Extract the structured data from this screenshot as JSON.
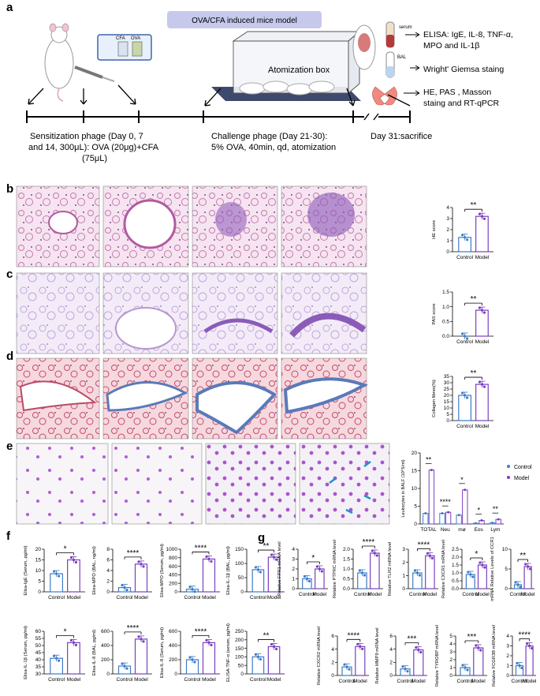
{
  "panel_labels": [
    "a",
    "b",
    "c",
    "d",
    "e",
    "f",
    "g"
  ],
  "schematic": {
    "model_banner": "OVA/CFA induced mice model",
    "box_label": "Atomization box",
    "vial_labels": [
      "CFA",
      "OVA"
    ],
    "tube_labels": [
      "serum",
      "BAL"
    ],
    "right_lines": [
      "ELISA: IgE, IL-8, TNF-α,",
      "MPO and IL-1β",
      "Wright' Giemsa staing",
      "HE, PAS , Masson",
      "staing and RT-qPCR"
    ],
    "sensitization_lines": [
      "Sensitization phage (Day 0, 7",
      "and 14, 300μL): OVA (20μg)+CFA",
      "(75μL)"
    ],
    "challenge_lines": [
      "Challenge phage (Day 21-30):",
      "5% OVA, 40min, qd, atomization"
    ],
    "sacrifice": "Day 31:sacrifice"
  },
  "colors": {
    "control": "#3d7cc9",
    "model": "#7a3fc0",
    "he_stain": "#d98fc0",
    "pas_stain": "#c7a9dd",
    "masson_stain": "#c94a6a",
    "wright_cells": "#b25cd6"
  },
  "groups": [
    "Control",
    "Model"
  ],
  "chart_data": [
    {
      "id": "b",
      "type": "bar",
      "ylabel": "HE score",
      "categories": [
        "Control",
        "Model"
      ],
      "values": [
        1.3,
        3.2
      ],
      "ylim": [
        0,
        4
      ],
      "yticks": [
        "0",
        "1",
        "2",
        "3",
        "4"
      ],
      "sig": "**"
    },
    {
      "id": "c",
      "type": "bar",
      "ylabel": "PAS score",
      "categories": [
        "Control",
        "Model"
      ],
      "values": [
        0.0,
        0.88
      ],
      "ylim": [
        0,
        1.5
      ],
      "yticks": [
        "0.0",
        "0.5",
        "1.0",
        "1.5"
      ],
      "sig": "**"
    },
    {
      "id": "d",
      "type": "bar",
      "ylabel": "Collagen fibres(%)",
      "categories": [
        "Control",
        "Model"
      ],
      "values": [
        20,
        28.7
      ],
      "ylim": [
        0,
        35
      ],
      "yticks": [
        "0",
        "5",
        "10",
        "15",
        "20",
        "25",
        "30",
        "35"
      ],
      "sig": "**"
    },
    {
      "id": "e",
      "type": "bar",
      "ylabel": "Leukocytes in BALF (10^5/ml)",
      "categories": [
        "TOTAL",
        "Neu",
        "mø",
        "Eos",
        "Lym"
      ],
      "series": [
        {
          "name": "Control",
          "values": [
            3.0,
            3.0,
            2.5,
            0.2,
            0.3
          ]
        },
        {
          "name": "Model",
          "values": [
            15.2,
            3.3,
            9.6,
            1.0,
            1.3
          ]
        }
      ],
      "ylim": [
        0,
        20
      ],
      "yticks": [
        "0",
        "5",
        "10",
        "15",
        "20"
      ],
      "sig": [
        "**",
        "****",
        "*",
        "*",
        "**"
      ],
      "legend": "top-right"
    },
    {
      "id": "f1",
      "type": "bar",
      "ylabel": "Elisa-IgE (Serum, pg/ml)",
      "categories": [
        "Control",
        "Model"
      ],
      "values": [
        8.5,
        15
      ],
      "ylim": [
        0,
        20
      ],
      "yticks": [
        "0",
        "5",
        "10",
        "15",
        "20"
      ],
      "sig": "*"
    },
    {
      "id": "f2",
      "type": "bar",
      "ylabel": "Elisa-MPO (BAL, ng/ml)",
      "categories": [
        "Control",
        "Model"
      ],
      "values": [
        0.8,
        5.2
      ],
      "ylim": [
        0,
        8
      ],
      "yticks": [
        "0",
        "2",
        "4",
        "6",
        "8"
      ],
      "sig": "****"
    },
    {
      "id": "f3",
      "type": "bar",
      "ylabel": "Elisa-MPO (Serum, pg/ml)",
      "categories": [
        "Control",
        "Model"
      ],
      "values": [
        60,
        770
      ],
      "ylim": [
        0,
        1000
      ],
      "yticks": [
        "0",
        "200",
        "400",
        "600",
        "800",
        "1000"
      ],
      "sig": "****"
    },
    {
      "id": "f4",
      "type": "bar",
      "ylabel": "Elisa-IL-1β (BAL, pg/ml)",
      "categories": [
        "Control",
        "Model"
      ],
      "values": [
        78,
        122
      ],
      "ylim": [
        0,
        150
      ],
      "yticks": [
        "0",
        "50",
        "100",
        "150"
      ],
      "sig": "**"
    },
    {
      "id": "f5",
      "type": "bar",
      "ylabel": "Elisa-IL-1β (Serum, pg/ml)",
      "categories": [
        "Control",
        "Model"
      ],
      "values": [
        41,
        52
      ],
      "ylim": [
        30,
        60
      ],
      "yticks": [
        "30",
        "35",
        "40",
        "45",
        "50",
        "55",
        "60"
      ],
      "sig": "*"
    },
    {
      "id": "f6",
      "type": "bar",
      "ylabel": "Elisa-IL-8 (BAL, pg/ml)",
      "categories": [
        "Control",
        "Model"
      ],
      "values": [
        110,
        490
      ],
      "ylim": [
        0,
        600
      ],
      "yticks": [
        "0",
        "200",
        "400",
        "600"
      ],
      "sig": "****"
    },
    {
      "id": "f7",
      "type": "bar",
      "ylabel": "Elisa-IL-8 (Serum, pg/ml)",
      "categories": [
        "Control",
        "Model"
      ],
      "values": [
        200,
        440
      ],
      "ylim": [
        0,
        600
      ],
      "yticks": [
        "0",
        "200",
        "400",
        "600"
      ],
      "sig": "****"
    },
    {
      "id": "f8",
      "type": "bar",
      "ylabel": "ELISA-TNF-α (serum, pg/ml)",
      "categories": [
        "Control",
        "Model"
      ],
      "values": [
        100,
        160
      ],
      "ylim": [
        0,
        250
      ],
      "yticks": [
        "0",
        "50",
        "100",
        "150",
        "200",
        "250"
      ],
      "sig": "**"
    },
    {
      "id": "g1",
      "type": "bar",
      "ylabel": "Relative FPR1 mRNA level",
      "categories": [
        "Control",
        "Model"
      ],
      "values": [
        1.0,
        2.0
      ],
      "ylim": [
        0,
        4
      ],
      "yticks": [
        "0",
        "1",
        "2",
        "3",
        "4"
      ],
      "sig": "*"
    },
    {
      "id": "g2",
      "type": "bar",
      "ylabel": "Relative PTPRC mRNA level",
      "categories": [
        "Control",
        "Model"
      ],
      "values": [
        0.8,
        1.8
      ],
      "ylim": [
        0,
        2.0
      ],
      "yticks": [
        "0.0",
        "0.5",
        "1.0",
        "1.5",
        "2.0"
      ],
      "sig": "****"
    },
    {
      "id": "g3",
      "type": "bar",
      "ylabel": "Relative TLR2 mRNA level",
      "categories": [
        "Control",
        "Model"
      ],
      "values": [
        1.2,
        2.5
      ],
      "ylim": [
        0,
        3
      ],
      "yticks": [
        "0",
        "1",
        "2",
        "3"
      ],
      "sig": "****"
    },
    {
      "id": "g4",
      "type": "bar",
      "ylabel": "Relative CXCR1 mRNA level",
      "categories": [
        "Control",
        "Model"
      ],
      "values": [
        0.9,
        1.5
      ],
      "ylim": [
        0,
        2.5
      ],
      "yticks": [
        "0.0",
        "0.5",
        "1.0",
        "1.5",
        "2.0",
        "2.5"
      ],
      "sig": "*"
    },
    {
      "id": "g5",
      "type": "bar",
      "ylabel": "mRNA Relative Levels of CCR1",
      "categories": [
        "Control",
        "Model"
      ],
      "values": [
        1.0,
        5.6
      ],
      "ylim": [
        0,
        10
      ],
      "yticks": [
        "0",
        "5",
        "10"
      ],
      "sig": "**"
    },
    {
      "id": "g6",
      "type": "bar",
      "ylabel": "Relative CXCR2 mRNA level",
      "categories": [
        "Control",
        "Model"
      ],
      "values": [
        1.3,
        4.4
      ],
      "ylim": [
        0,
        6
      ],
      "yticks": [
        "0",
        "2",
        "4",
        "6"
      ],
      "sig": "****"
    },
    {
      "id": "g7",
      "type": "bar",
      "ylabel": "Relative MMP9 mRNA level",
      "categories": [
        "Control",
        "Model"
      ],
      "values": [
        1.0,
        3.9
      ],
      "ylim": [
        0,
        6
      ],
      "yticks": [
        "0",
        "2",
        "4",
        "6"
      ],
      "sig": "***"
    },
    {
      "id": "g8",
      "type": "bar",
      "ylabel": "Relative TYROBP mRNA level",
      "categories": [
        "Control",
        "Model"
      ],
      "values": [
        1.0,
        3.5
      ],
      "ylim": [
        0,
        5
      ],
      "yticks": [
        "0",
        "1",
        "2",
        "3",
        "4",
        "5"
      ],
      "sig": "***"
    },
    {
      "id": "g9",
      "type": "bar",
      "ylabel": "Relative FCGR3B mRNA level",
      "categories": [
        "Control",
        "Model"
      ],
      "values": [
        1.0,
        3.0
      ],
      "ylim": [
        0,
        4
      ],
      "yticks": [
        "0",
        "1",
        "2",
        "3",
        "4"
      ],
      "sig": "****"
    }
  ]
}
